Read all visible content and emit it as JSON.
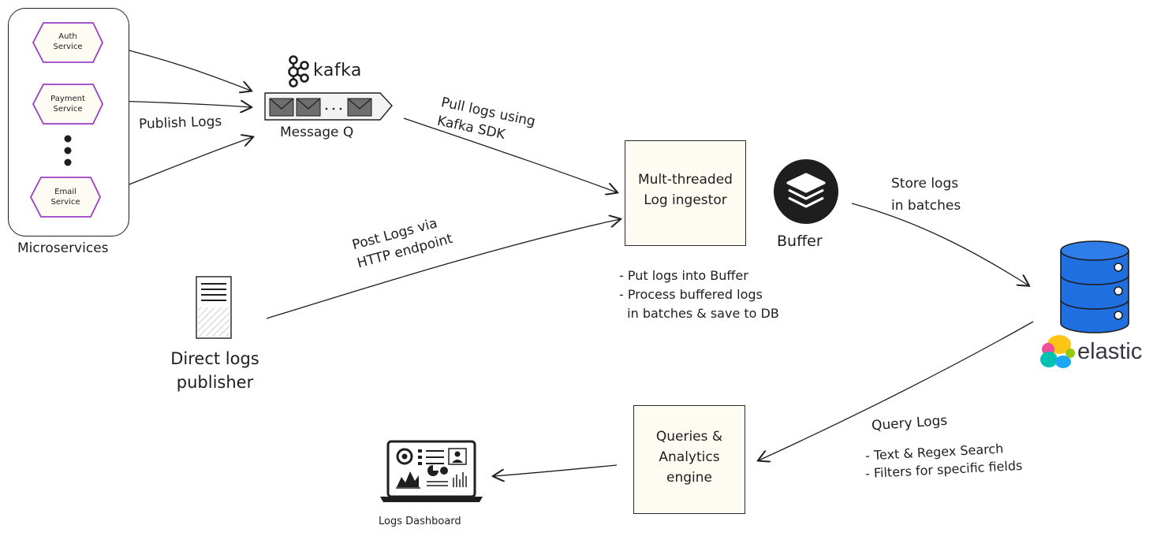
{
  "microservices": {
    "label": "Microservices",
    "services": [
      "Auth\nService",
      "Payment\nService",
      "Email\nService"
    ]
  },
  "kafka": {
    "logo_text": "kafka",
    "queue_label": "Message Q"
  },
  "edges": {
    "publish_logs": "Publish Logs",
    "pull_logs": "Pull logs using\nKafka SDK",
    "post_logs": "Post Logs via\nHTTP endpoint",
    "store_logs": "Store logs\nin batches",
    "query_logs": "Query Logs"
  },
  "ingestor": {
    "label": "Mult-threaded\nLog ingestor"
  },
  "buffer": {
    "label": "Buffer"
  },
  "ingestor_notes": [
    "- Put logs into Buffer",
    "- Process buffered logs",
    "  in batches & save to DB"
  ],
  "direct_publisher": {
    "label": "Direct logs\npublisher"
  },
  "elastic": {
    "label": "elastic"
  },
  "query_notes": [
    "- Text & Regex Search",
    "- Filters for specific fields"
  ],
  "analytics": {
    "label": "Queries &\nAnalytics\nengine"
  },
  "dashboard": {
    "label": "Logs Dashboard"
  },
  "colors": {
    "service_border": "#9b3fc4",
    "service_fill": "#fdfbf2",
    "db_blue": "#1f6fe0",
    "buffer_dark": "#1e1e1e"
  }
}
